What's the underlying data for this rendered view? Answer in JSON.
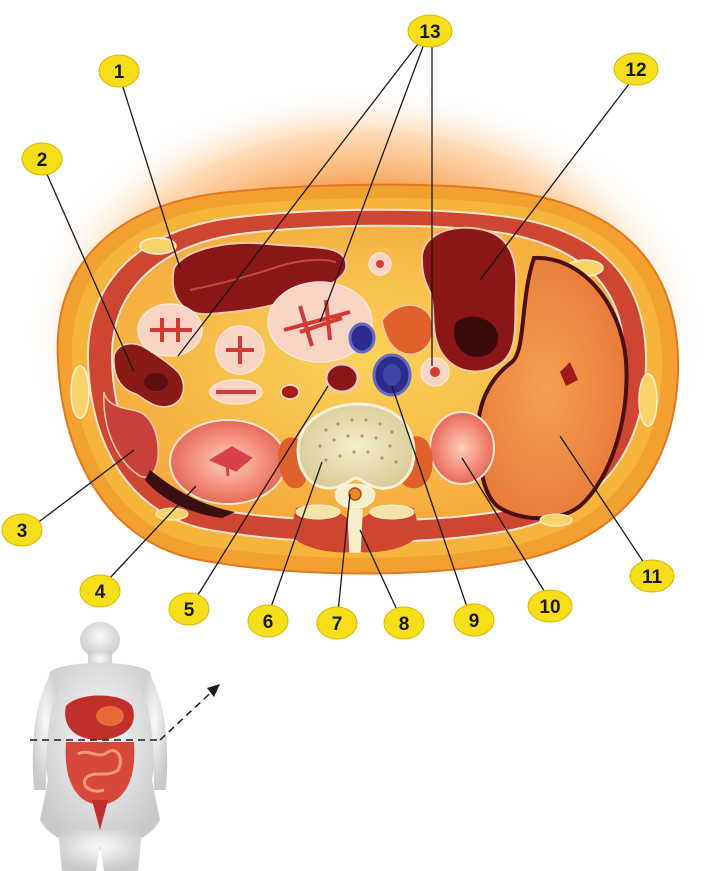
{
  "callouts": [
    {
      "id": 1,
      "label": "1"
    },
    {
      "id": 2,
      "label": "2"
    },
    {
      "id": 3,
      "label": "3"
    },
    {
      "id": 4,
      "label": "4"
    },
    {
      "id": 5,
      "label": "5"
    },
    {
      "id": 6,
      "label": "6"
    },
    {
      "id": 7,
      "label": "7"
    },
    {
      "id": 8,
      "label": "8"
    },
    {
      "id": 9,
      "label": "9"
    },
    {
      "id": 10,
      "label": "10"
    },
    {
      "id": 11,
      "label": "11"
    },
    {
      "id": 12,
      "label": "12"
    },
    {
      "id": 13,
      "label": "13"
    }
  ],
  "colors": {
    "badge": "#f6de1a",
    "badge_stroke": "#d9b800",
    "leader": "#1a1a1a",
    "glow": "#f8a040",
    "skin": "#f2a540",
    "muscle": "#c9432e",
    "fat": "#f7c13a",
    "organ_dark": "#8c1a14",
    "bowel": "#e85a4f",
    "vessel": "#2a2d8c",
    "bone": "#efe6bd",
    "spleen": "#f08a40"
  },
  "icons": [
    "body-silhouette-icon",
    "section-plane-arrow-icon"
  ]
}
